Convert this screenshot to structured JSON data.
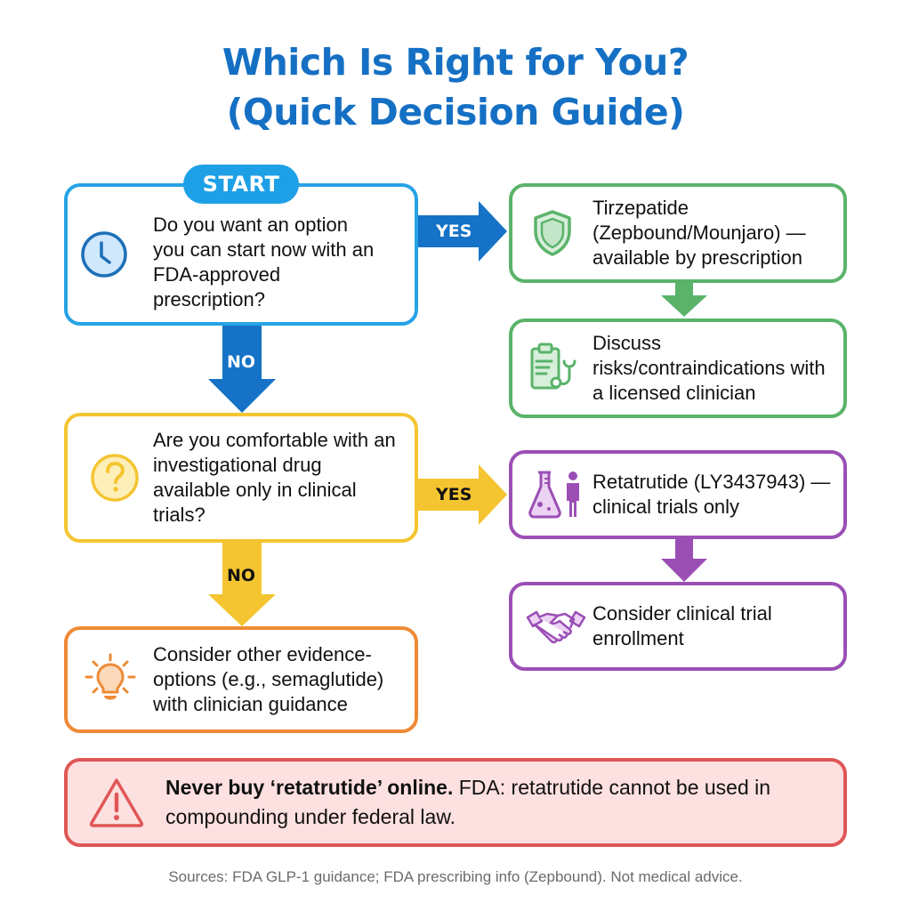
{
  "title": {
    "line1": "Which Is Right for You?",
    "line2": "(Quick Decision Guide)"
  },
  "colors": {
    "title": "#1570c4",
    "blue": "#26a3e6",
    "blue_arrow": "#1572c6",
    "green": "#5bb36a",
    "yellow": "#f4c531",
    "purple": "#9b4fb5",
    "orange": "#ee8a36",
    "red": "#e05656",
    "red_bg": "#fde0e0"
  },
  "start": {
    "badge": "START",
    "icon": "clock-icon",
    "question": "Do you want an option you can start now with an FDA-approved prescription?"
  },
  "q1_yes": {
    "arrow_label": "YES",
    "result": {
      "icon": "shield-icon",
      "text": "Tirzepatide (Zepbound/Mounjaro) — available by prescription"
    },
    "next": {
      "icon": "clipboard-stethoscope-icon",
      "text": "Discuss risks/contraindications with a licensed clinician"
    }
  },
  "q1_no": {
    "arrow_label": "NO"
  },
  "question2": {
    "icon": "question-icon",
    "question": "Are you comfortable with an investigational drug available only in clinical trials?"
  },
  "q2_yes": {
    "arrow_label": "YES",
    "result": {
      "icon": "flask-person-icon",
      "text": "Retatrutide (LY3437943) — clinical trials only"
    },
    "next": {
      "icon": "handshake-icon",
      "text": "Consider clinical trial enrollment"
    }
  },
  "q2_no": {
    "arrow_label": "NO",
    "result": {
      "icon": "lightbulb-icon",
      "text": "Consider other evidence-options (e.g., semaglutide) with clinician guidance"
    }
  },
  "warning": {
    "icon": "warning-icon",
    "bold_text": "Never buy ‘retatrutide’ online.",
    "text": " FDA: retatrutide cannot be used in compounding under federal law."
  },
  "footer": {
    "sources": "Sources: FDA GLP-1 guidance; FDA prescribing info (Zepbound). Not medical advice."
  }
}
